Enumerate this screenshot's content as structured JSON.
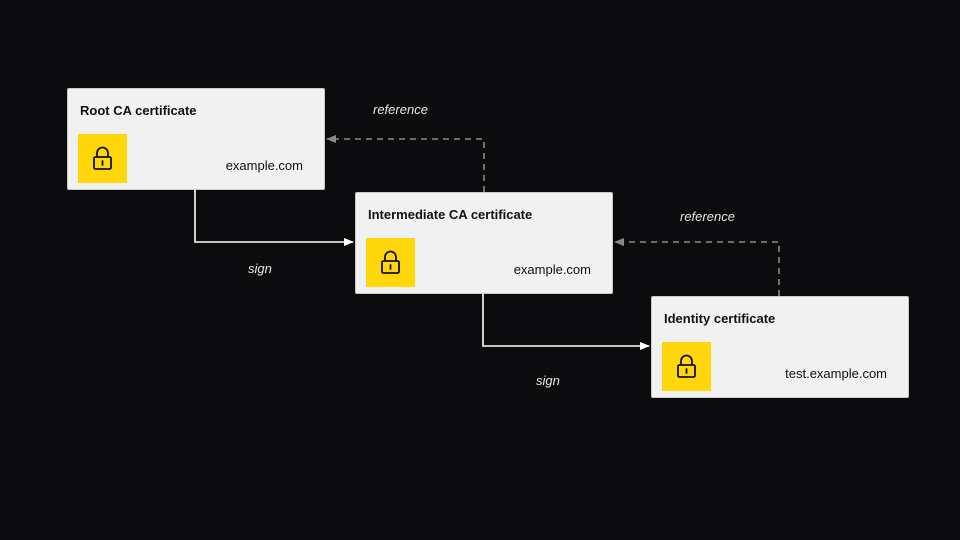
{
  "certificates": [
    {
      "title": "Root CA certificate",
      "domain": "example.com",
      "icon": "lock-icon"
    },
    {
      "title": "Intermediate CA certificate",
      "domain": "example.com",
      "icon": "lock-icon"
    },
    {
      "title": "Identity certificate",
      "domain": "test.example.com",
      "icon": "lock-icon"
    }
  ],
  "edges": [
    {
      "from": "Root CA certificate",
      "to": "Intermediate CA certificate",
      "label": "sign",
      "style": "solid"
    },
    {
      "from": "Intermediate CA certificate",
      "to": "Identity certificate",
      "label": "sign",
      "style": "solid"
    },
    {
      "from": "Intermediate CA certificate",
      "to": "Root CA certificate",
      "label": "reference",
      "style": "dashed"
    },
    {
      "from": "Identity certificate",
      "to": "Intermediate CA certificate",
      "label": "reference",
      "style": "dashed"
    }
  ],
  "colors": {
    "background": "#0c0c0e",
    "card": "#f1f1f1",
    "lock_tile": "#ffd60a",
    "sign_arrow": "#ffffff",
    "reference_arrow": "#8a8a8a"
  }
}
